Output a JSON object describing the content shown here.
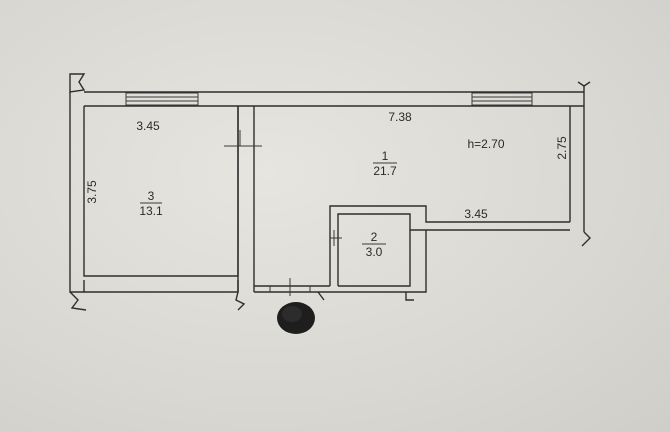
{
  "plan": {
    "height_note": "h=2.70",
    "rooms": [
      {
        "number": "1",
        "area": "21.7"
      },
      {
        "number": "2",
        "area": "3.0"
      },
      {
        "number": "3",
        "area": "13.1"
      }
    ],
    "dimensions": {
      "room3_width": "3.45",
      "room3_depth": "3.75",
      "room1_length": "7.38",
      "room1_right_depth": "2.75",
      "room1_lower_width": "3.45"
    }
  }
}
